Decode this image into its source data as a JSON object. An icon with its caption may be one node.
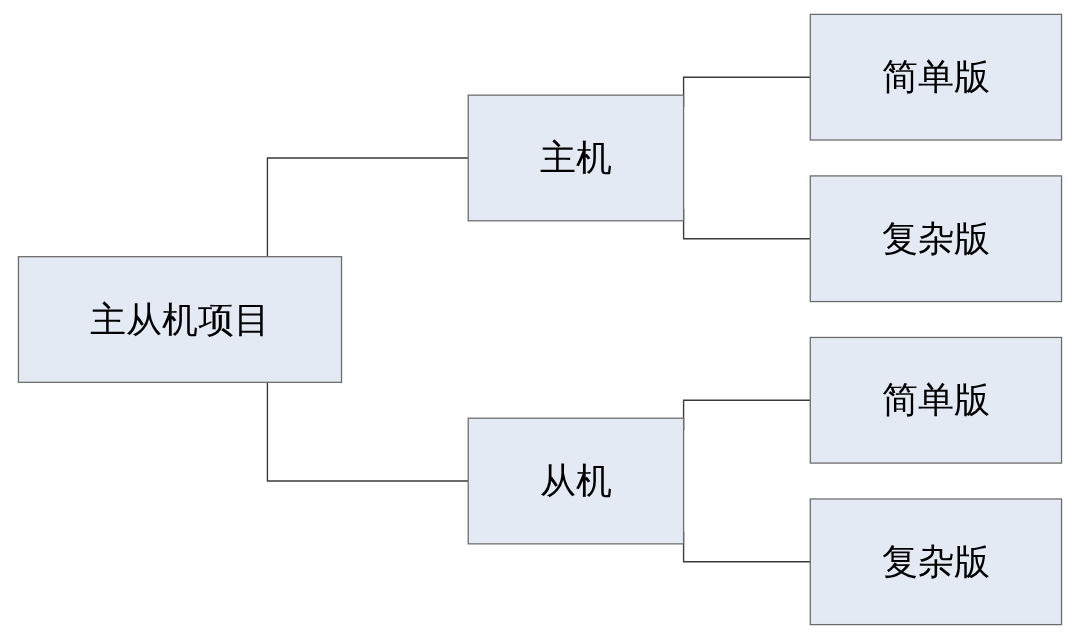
{
  "diagram": {
    "nodes": [
      {
        "text": [
          "主从机项目"
        ]
      },
      {
        "text": [
          "主机"
        ]
      },
      {
        "text": [
          "从机"
        ]
      },
      {
        "text": [
          "简单版"
        ]
      },
      {
        "text": [
          "复杂版"
        ]
      },
      {
        "text": [
          "简单版"
        ]
      },
      {
        "text": [
          "复杂版"
        ]
      }
    ],
    "edges": [
      {
        "from": 0,
        "to": 1,
        "arrow": "none"
      },
      {
        "from": 0,
        "to": 2,
        "arrow": "none"
      },
      {
        "from": 1,
        "to": 3,
        "arrow": "none"
      },
      {
        "from": 1,
        "to": 4,
        "arrow": "none"
      },
      {
        "from": 2,
        "to": 5,
        "arrow": "none"
      },
      {
        "from": 2,
        "to": 6,
        "arrow": "none"
      }
    ]
  }
}
